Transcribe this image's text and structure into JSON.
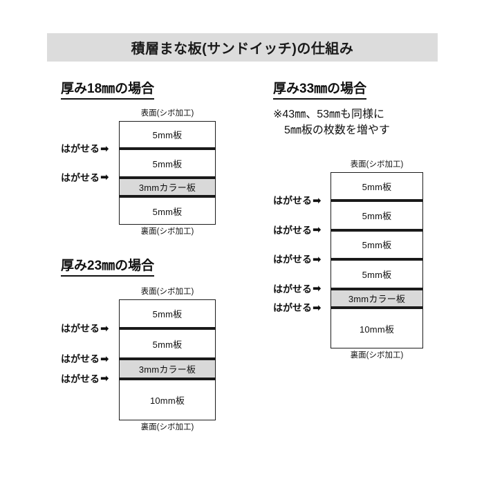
{
  "title": "積層まな板(サンドイッチ)の仕組み",
  "labels": {
    "peel": "はがせる",
    "peel_arrow": "➡",
    "surface_top": "表面(シボ加工)",
    "surface_bottom": "裏面(シボ加工)"
  },
  "colors": {
    "banner_bg": "#dcdcdc",
    "color_layer_bg": "#d9d9d9",
    "line": "#1a1a1a",
    "page_bg": "#ffffff"
  },
  "sections": [
    {
      "id": "thickness-18",
      "heading": "厚み18㎜の場合",
      "note": "",
      "cap_top": "表面(シボ加工)",
      "cap_bottom": "裏面(シボ加工)",
      "layers": [
        {
          "label": "5mm板",
          "type": "plain",
          "sep_above": false
        },
        {
          "label": "5mm板",
          "type": "plain",
          "sep_above": true
        },
        {
          "label": "3mmカラー板",
          "type": "color",
          "sep_above": true
        },
        {
          "label": "5mm板",
          "type": "plain",
          "sep_above": true
        }
      ],
      "peel_count": 2
    },
    {
      "id": "thickness-23",
      "heading": "厚み23㎜の場合",
      "note": "",
      "cap_top": "表面(シボ加工)",
      "cap_bottom": "裏面(シボ加工)",
      "layers": [
        {
          "label": "5mm板",
          "type": "plain",
          "sep_above": false
        },
        {
          "label": "5mm板",
          "type": "plain",
          "sep_above": true
        },
        {
          "label": "3mmカラー板",
          "type": "color",
          "sep_above": true
        },
        {
          "label": "10mm板",
          "type": "plain",
          "sep_above": true
        }
      ],
      "peel_count": 3
    },
    {
      "id": "thickness-33",
      "heading": "厚み33㎜の場合",
      "note": "※43㎜、53㎜も同様に\n　5㎜板の枚数を増やす",
      "cap_top": "表面(シボ加工)",
      "cap_bottom": "裏面(シボ加工)",
      "layers": [
        {
          "label": "5mm板",
          "type": "plain",
          "sep_above": false
        },
        {
          "label": "5mm板",
          "type": "plain",
          "sep_above": true
        },
        {
          "label": "5mm板",
          "type": "plain",
          "sep_above": true
        },
        {
          "label": "5mm板",
          "type": "plain",
          "sep_above": true
        },
        {
          "label": "3mmカラー板",
          "type": "color",
          "sep_above": true
        },
        {
          "label": "10mm板",
          "type": "plain",
          "sep_above": true
        }
      ],
      "peel_count": 5
    }
  ]
}
